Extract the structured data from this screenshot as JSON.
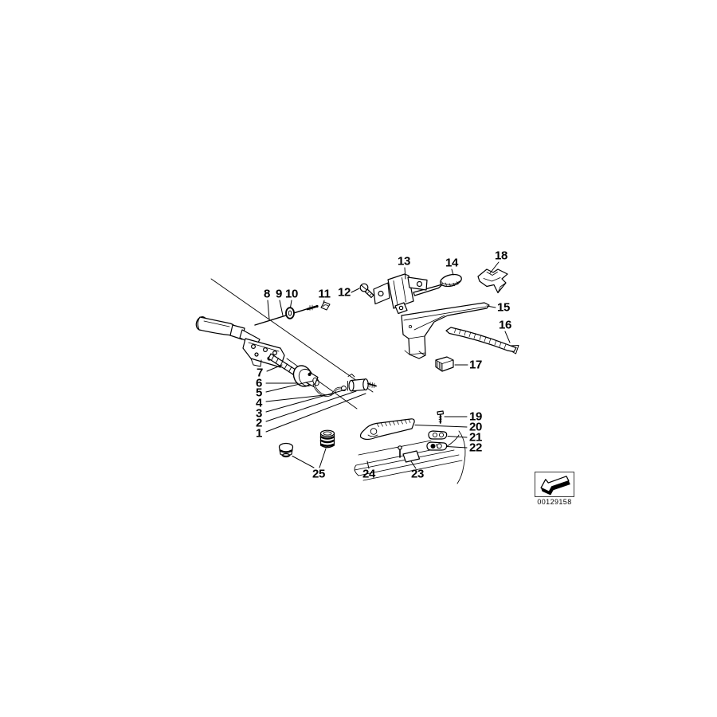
{
  "diagram": {
    "background_color": "#ffffff",
    "line_color": "#000000",
    "type": "exploded-parts-drawing",
    "callouts": [
      "1",
      "2",
      "3",
      "4",
      "5",
      "6",
      "7",
      "8",
      "9",
      "10",
      "11",
      "12",
      "13",
      "14",
      "15",
      "16",
      "17",
      "18",
      "19",
      "20",
      "21",
      "22",
      "23",
      "24",
      "25"
    ]
  },
  "footer": {
    "diagram_code": "00129158",
    "icon": "back-arrow-3d-icon"
  }
}
